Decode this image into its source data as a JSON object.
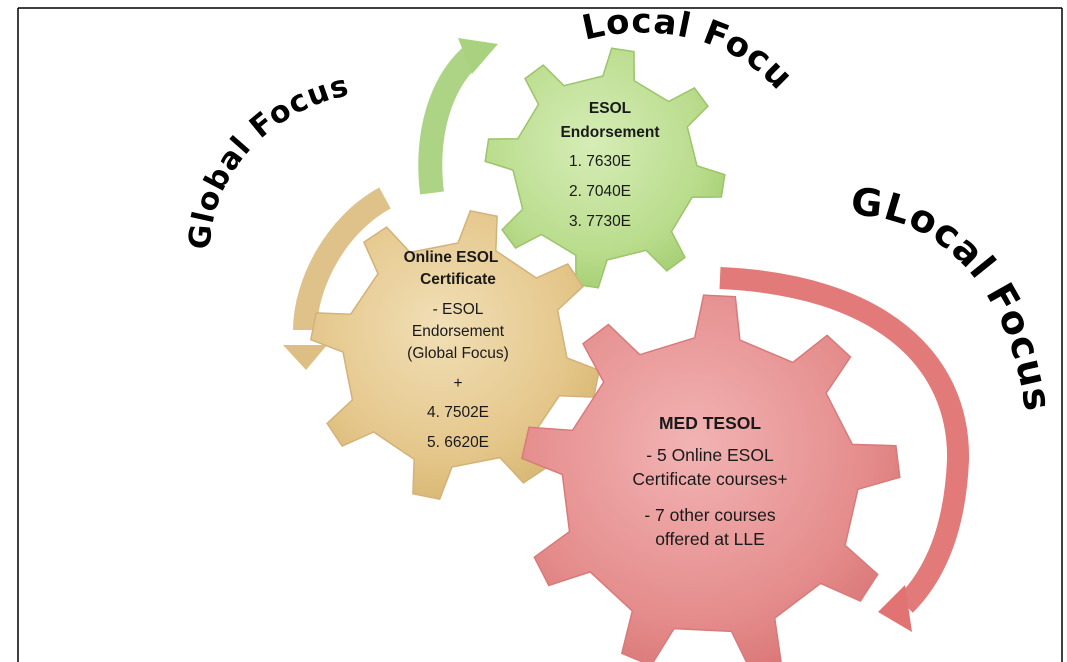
{
  "labels": {
    "global": "Global Focus",
    "local": "Local Focus",
    "glocal": "GLocal Focus"
  },
  "gears": {
    "esol": {
      "color": "#b9dc8c",
      "title_1": "ESOL",
      "title_2": "Endorsement",
      "items": [
        "1. 7630E",
        "2. 7040E",
        "3. 7730E"
      ]
    },
    "online": {
      "color": "#e6c98c",
      "title_1": "Online ESOL",
      "title_2": "Certificate",
      "lines": [
        "- ESOL",
        "Endorsement",
        "(Global Focus)",
        "+",
        "4. 7502E",
        "5. 6620E"
      ]
    },
    "med": {
      "color": "#e89292",
      "title": "MED TESOL",
      "lines": [
        "- 5 Online ESOL",
        "Certificate courses+",
        "- 7 other courses",
        "offered at LLE"
      ]
    }
  },
  "arrows": {
    "green": "#a9d27e",
    "tan": "#ddbf83",
    "red": "#e27373"
  }
}
